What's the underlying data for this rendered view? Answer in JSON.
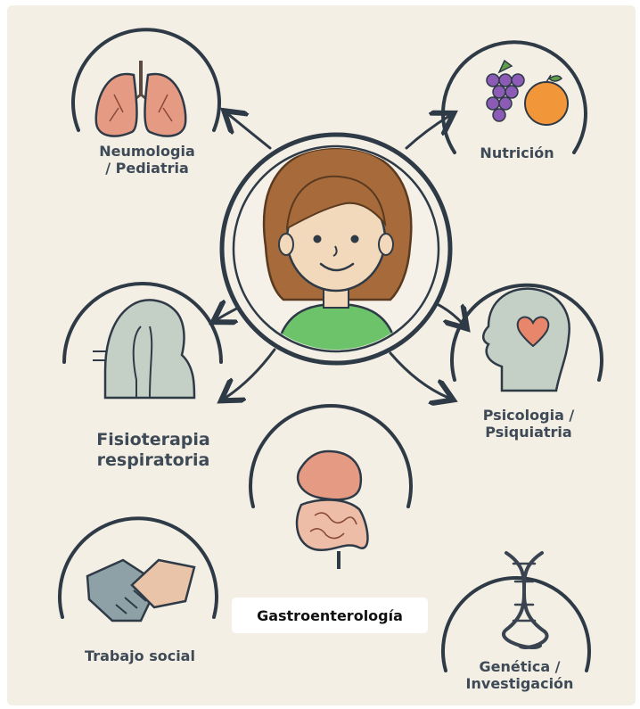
{
  "labels": {
    "neumologia_line1": "Neumologia",
    "neumologia_line2": "/ Pediatria",
    "nutricion": "Nutrición",
    "fisioterapia_line1": "Fisioterapia",
    "fisioterapia_line2": "respiratoria",
    "psicologia_line1": "Psicologia /",
    "psicologia_line2": "Psiquiatria",
    "gastroenterologia": "Gastroenterología",
    "trabajo_social": "Trabajo social",
    "genetica_line1": "Genética /",
    "genetica_line2": "Investigación"
  },
  "colors": {
    "background": "#f3efe4",
    "ink": "#2f3a47",
    "lung": "#e59a84",
    "shirt": "#6cc36a",
    "hair": "#a76a3a",
    "grape": "#8b5bb5",
    "orange": "#f2963a",
    "heart": "#e8866b",
    "dna": "#3a4350"
  },
  "icons": [
    "lungs-icon",
    "fruit-icon",
    "patient-girl-icon",
    "airway-icon",
    "head-heart-icon",
    "intestine-icon",
    "handshake-icon",
    "dna-icon"
  ]
}
